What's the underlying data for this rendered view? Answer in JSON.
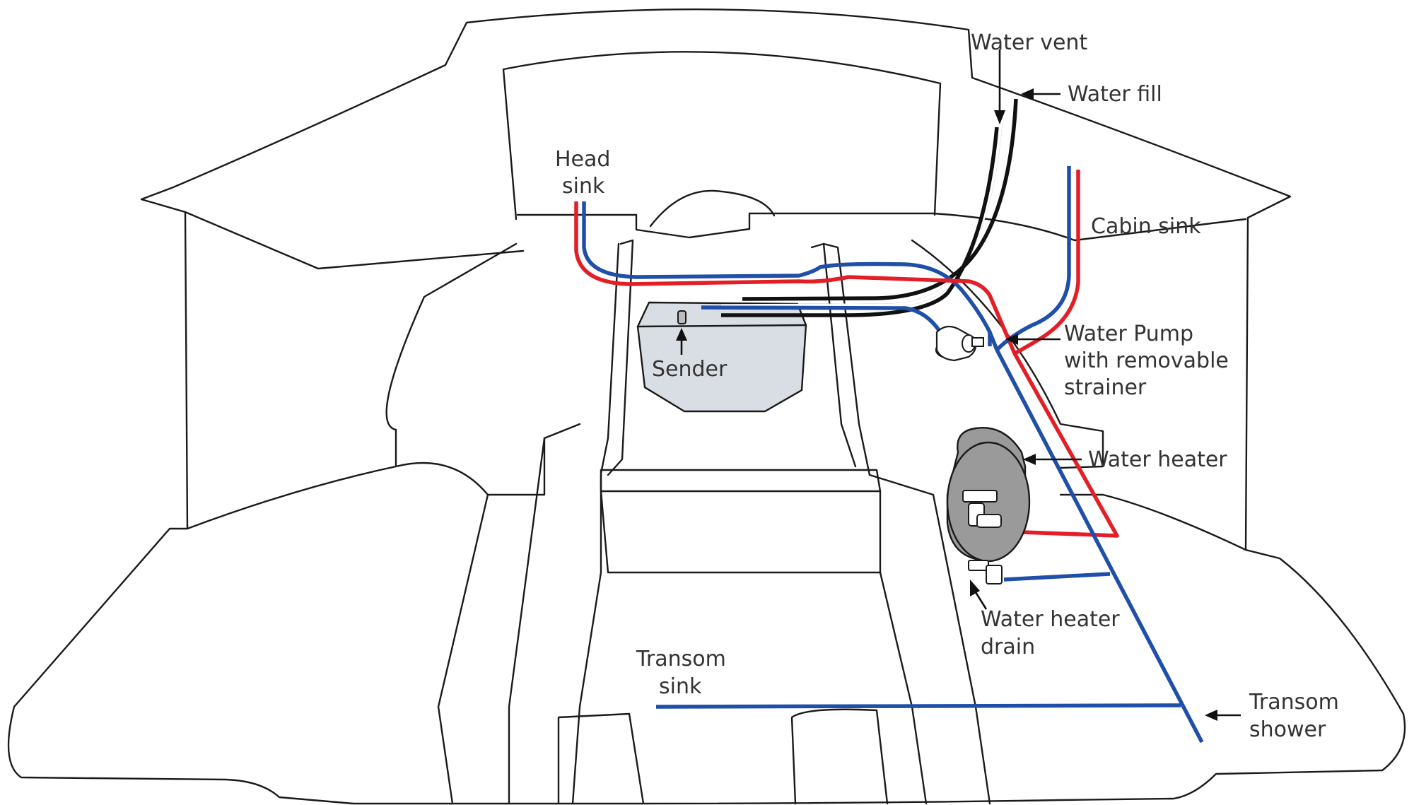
{
  "colors": {
    "hot": "#e31e26",
    "cold": "#1f4fa8",
    "black_hose": "#111111",
    "tank_fill": "#d9dde4",
    "heater_fill": "#9a9a9a",
    "outline": "#1a1a1a"
  },
  "labels": {
    "water_vent": "Water vent",
    "water_fill": "Water fill",
    "head_sink_1": "Head",
    "head_sink_2": "sink",
    "cabin_sink": "Cabin sink",
    "pump_1": "Water Pump",
    "pump_2": "with removable",
    "pump_3": "strainer",
    "sender": "Sender",
    "water_heater": "Water heater",
    "heater_drain_1": "Water heater",
    "heater_drain_2": "drain",
    "transom_sink_1": "Transom",
    "transom_sink_2": "sink",
    "transom_shower_1": "Transom",
    "transom_shower_2": "shower"
  }
}
